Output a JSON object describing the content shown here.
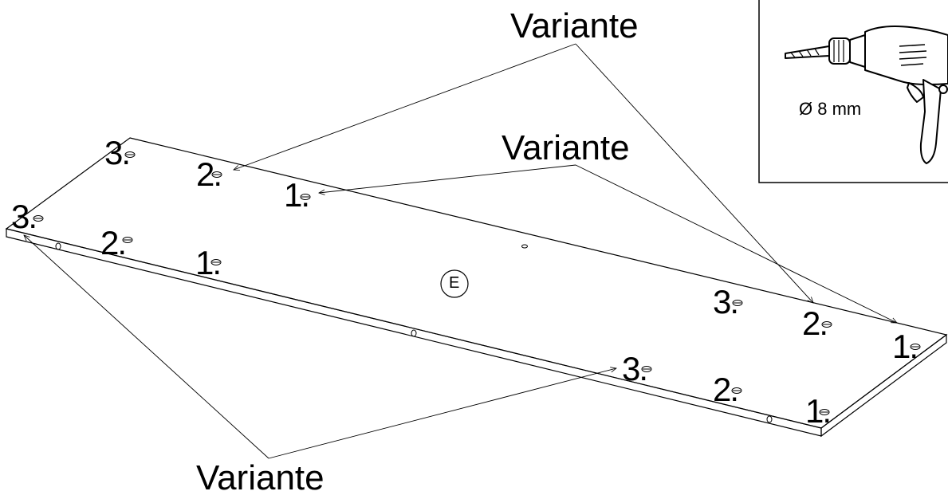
{
  "callouts": {
    "variant_top": "Variante",
    "variant_mid": "Variante",
    "variant_bottom": "Variante"
  },
  "part_label": "E",
  "drill": {
    "diameter": "Ø 8 mm",
    "icon": "drill-icon"
  },
  "steps": {
    "a3": "3.",
    "a2": "2.",
    "a1": "1.",
    "b3": "3.",
    "b2": "2.",
    "b1": "1.",
    "c3": "3.",
    "c2": "2.",
    "c1": "1.",
    "d3": "3.",
    "d2": "2.",
    "d1": "1."
  },
  "colors": {
    "line": "#000000",
    "background": "#ffffff"
  }
}
